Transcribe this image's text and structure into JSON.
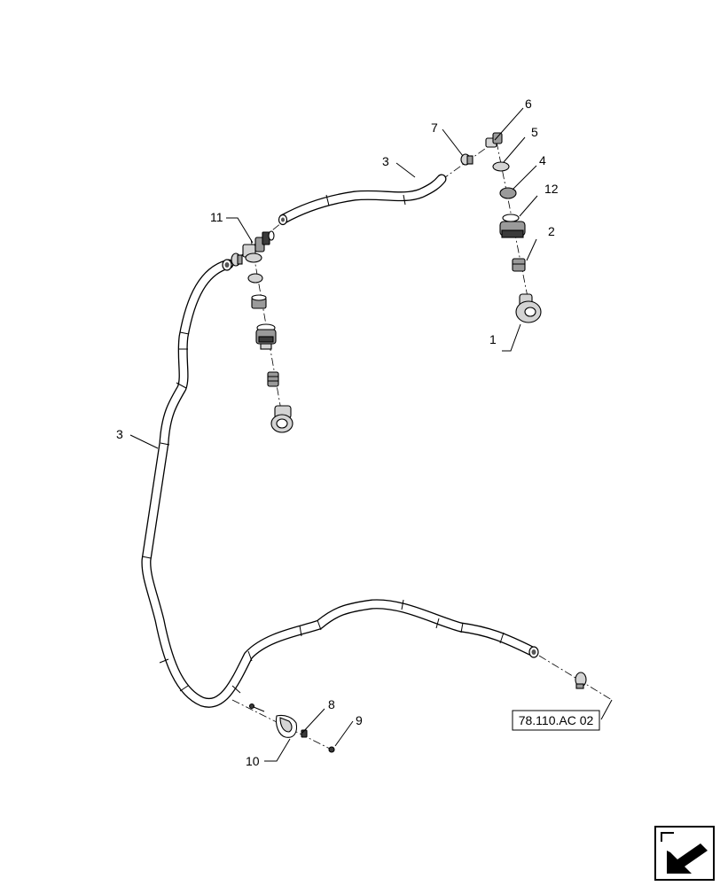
{
  "callouts": {
    "c1": "1",
    "c2": "2",
    "c3a": "3",
    "c3b": "3",
    "c4": "4",
    "c5": "5",
    "c6": "6",
    "c7": "7",
    "c8": "8",
    "c9": "9",
    "c10": "10",
    "c11": "11",
    "c12": "12"
  },
  "reference_box": {
    "label": "78.110.AC 02"
  },
  "nav_icon": {
    "name": "return-arrow-icon"
  }
}
